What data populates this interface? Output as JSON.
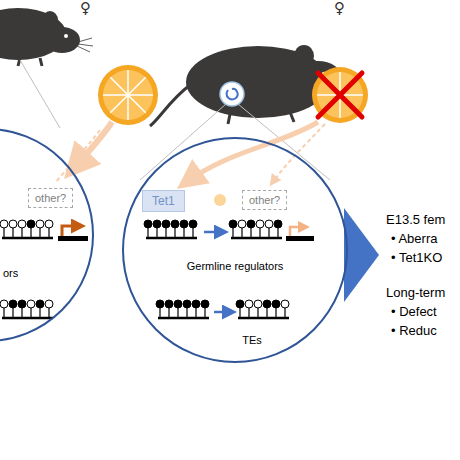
{
  "diagram": {
    "nodes": [
      {
        "text": [
          "ors"
        ]
      },
      {
        "text": [
          "other?"
        ],
        "in": 0
      },
      {
        "text": [
          "Germline regulators",
          "TEs"
        ]
      },
      {
        "text": [
          "Tet1"
        ],
        "in": 2
      },
      {
        "text": [
          "other?"
        ],
        "in": 2
      }
    ],
    "labels": [
      "♀",
      "♀",
      "E13.5 fem",
      "• Aberra",
      "• Tet1KO",
      "Long-term",
      "• Defect",
      "• Reduc"
    ]
  }
}
